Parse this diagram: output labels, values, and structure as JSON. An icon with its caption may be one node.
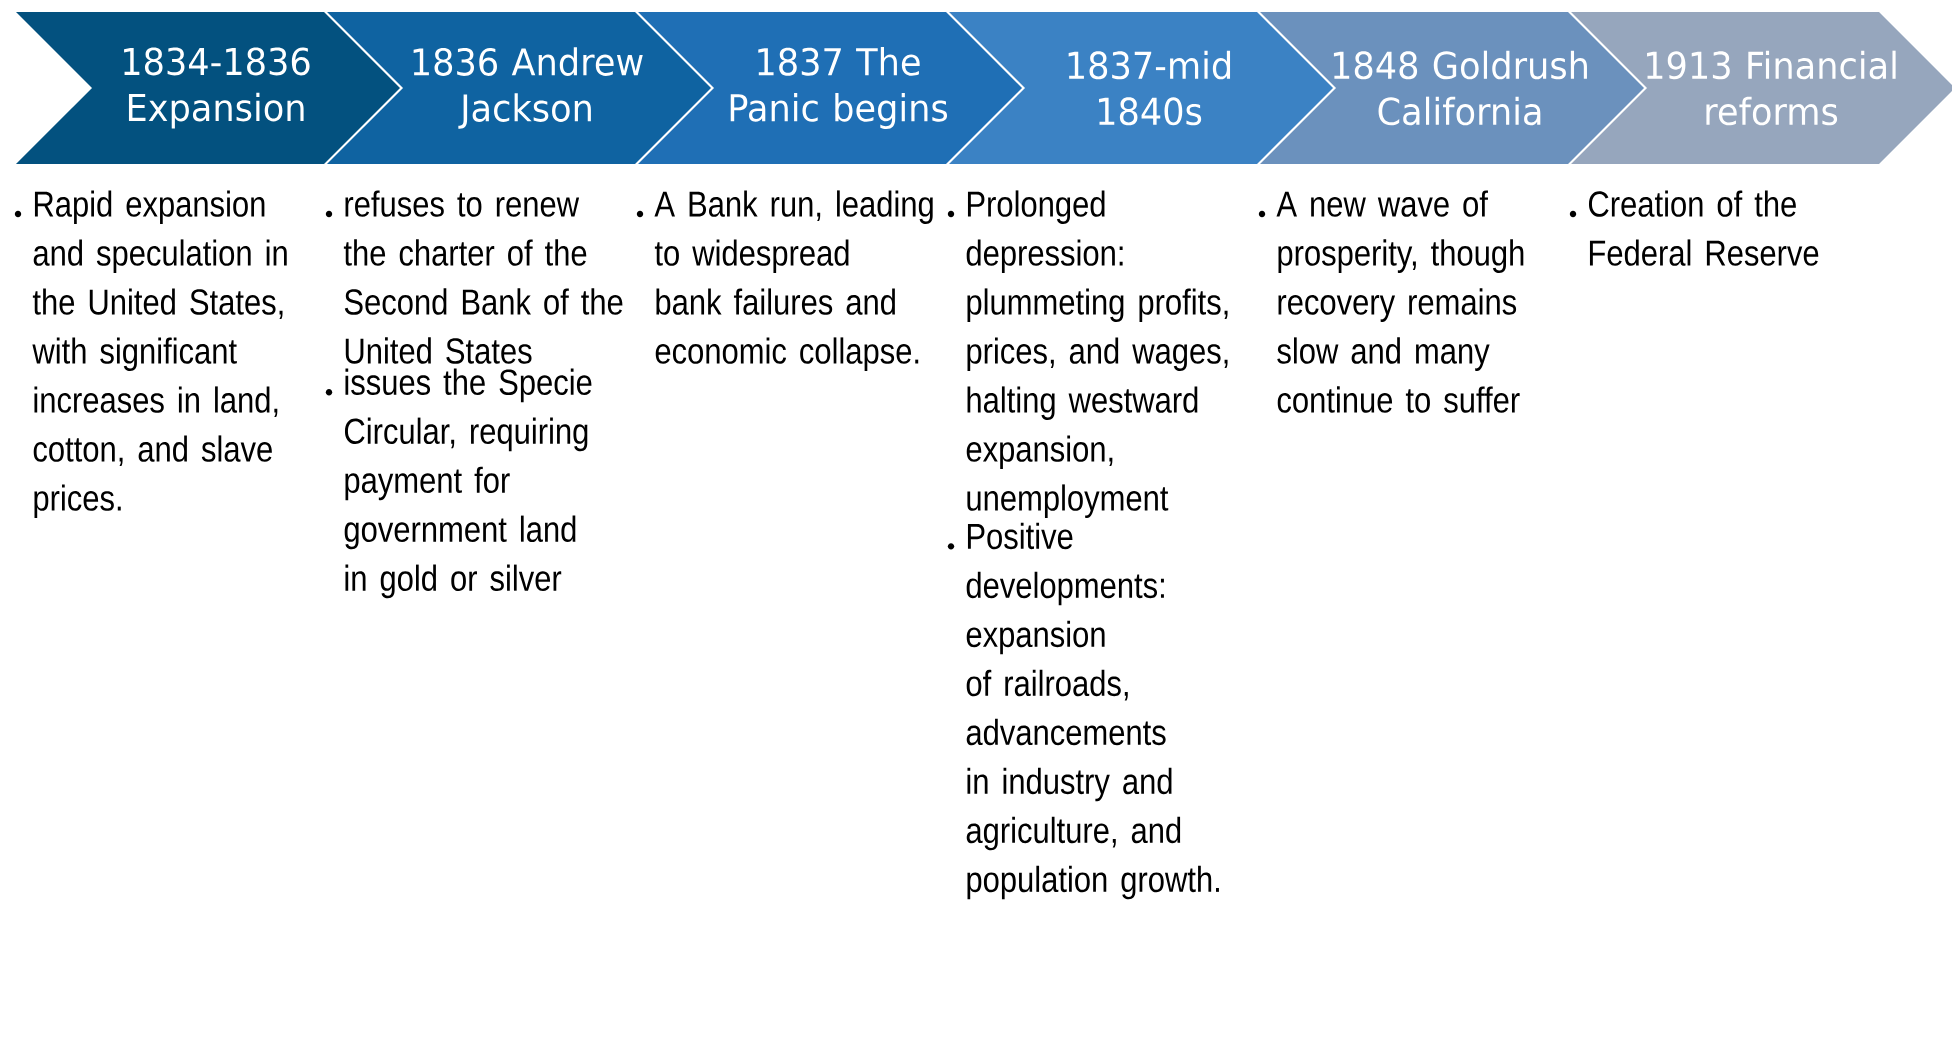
{
  "diagram": {
    "nodes": [
      {
        "text": [
          "1834-1836 Expansion"
        ],
        "beside": [
          "Rapid expansion and speculation in the United States, with significant increases in land, cotton, and slave prices."
        ]
      },
      {
        "text": [
          "1836 Andrew Jackson"
        ],
        "beside": [
          "refuses to renew the charter of the Second Bank of the United States",
          "issues the Specie Circular, requiring payment for government land in gold or silver"
        ]
      },
      {
        "text": [
          "1837 The Panic begins"
        ],
        "beside": [
          "A Bank run, leading to widespread bank failures and economic collapse."
        ]
      },
      {
        "text": [
          "1837-mid 1840s"
        ],
        "beside": [
          "Prolonged depression: plummeting profits, prices, and wages, halting westward expansion, unemployment",
          "Positive developments: expansion of railroads, advancements in industry and agriculture, and population growth."
        ]
      },
      {
        "text": [
          "1848 Goldrush California"
        ],
        "beside": [
          "A new wave of prosperity, though recovery remains slow and many continue to suffer"
        ]
      },
      {
        "text": [
          "1913 Financial reforms"
        ],
        "beside": [
          "Creation of the Federal Reserve"
        ]
      }
    ]
  }
}
